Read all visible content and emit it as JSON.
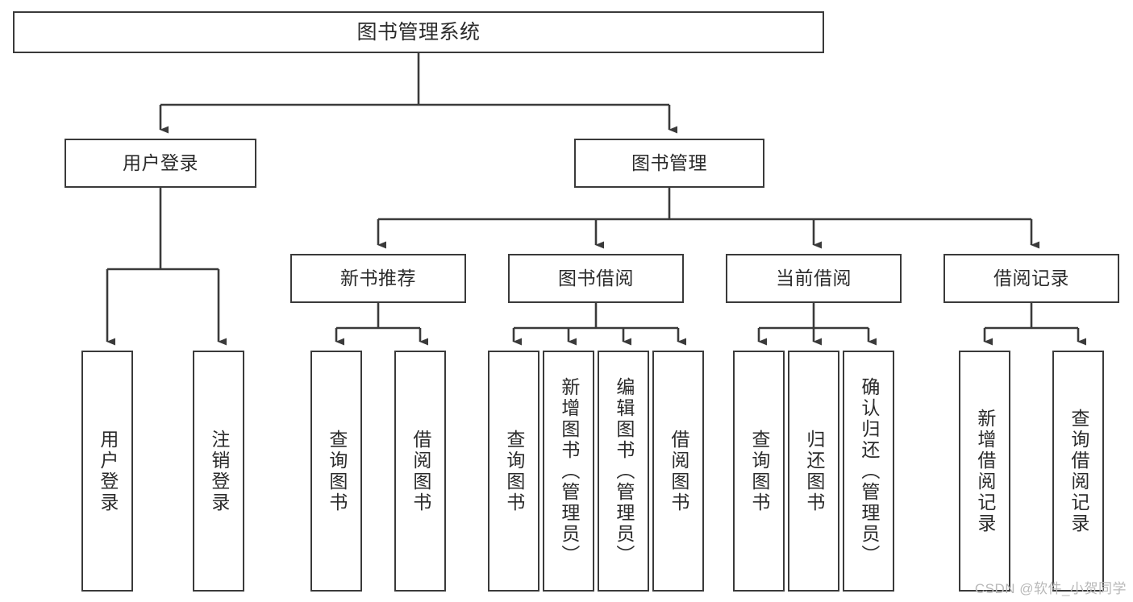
{
  "diagram": {
    "title": "图书管理系统",
    "watermark": "CSDN @软件_小贺同学",
    "colors": {
      "box_border": "#3a3a3a",
      "box_fill": "#ffffff",
      "connector": "#3a3a3a",
      "text": "#2b2b2b",
      "watermark": "#b9b9b9",
      "background": "#ffffff"
    },
    "nodes": {
      "root": {
        "label": "图书管理系统"
      },
      "level2": [
        {
          "id": "user-login",
          "label": "用户登录"
        },
        {
          "id": "book-manage",
          "label": "图书管理"
        }
      ],
      "level3": [
        {
          "id": "new-book-recommend",
          "label": "新书推荐"
        },
        {
          "id": "book-borrow",
          "label": "图书借阅"
        },
        {
          "id": "current-borrow",
          "label": "当前借阅"
        },
        {
          "id": "borrow-record",
          "label": "借阅记录"
        }
      ],
      "leaves": {
        "user-login": [
          {
            "id": "leaf-user-login",
            "label": "用户登录"
          },
          {
            "id": "leaf-logout-login",
            "label": "注销登录"
          }
        ],
        "new-book-recommend": [
          {
            "id": "leaf-query-book-1",
            "label": "查询图书"
          },
          {
            "id": "leaf-borrow-book-1",
            "label": "借阅图书"
          }
        ],
        "book-borrow": [
          {
            "id": "leaf-query-book-2",
            "label": "查询图书"
          },
          {
            "id": "leaf-add-book",
            "label": "新增图书（管理员）"
          },
          {
            "id": "leaf-edit-book",
            "label": "编辑图书（管理员）"
          },
          {
            "id": "leaf-borrow-book-2",
            "label": "借阅图书"
          }
        ],
        "current-borrow": [
          {
            "id": "leaf-query-book-3",
            "label": "查询图书"
          },
          {
            "id": "leaf-return-book",
            "label": "归还图书"
          },
          {
            "id": "leaf-confirm-return",
            "label": "确认归还（管理员）"
          }
        ],
        "borrow-record": [
          {
            "id": "leaf-add-record",
            "label": "新增借阅记录"
          },
          {
            "id": "leaf-query-record",
            "label": "查询借阅记录"
          }
        ]
      }
    }
  }
}
